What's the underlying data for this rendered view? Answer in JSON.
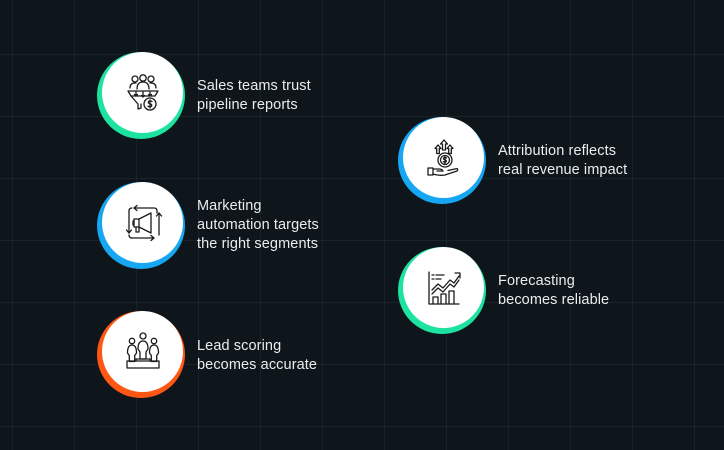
{
  "colors": {
    "background": "#0e161c",
    "green": "#1ee3a0",
    "blue": "#17a6f2",
    "orange": "#ff5614",
    "text": "#ececec"
  },
  "items": [
    {
      "id": "sales",
      "icon": "funnel-people-dollar-icon",
      "ring_color": "green",
      "lines": [
        "Sales teams trust",
        "pipeline reports"
      ]
    },
    {
      "id": "attribution",
      "icon": "hand-coin-growth-icon",
      "ring_color": "blue",
      "lines": [
        "Attribution reflects",
        "real revenue impact"
      ]
    },
    {
      "id": "marketing",
      "icon": "megaphone-cycle-icon",
      "ring_color": "blue",
      "lines": [
        "Marketing",
        "automation targets",
        "the right segments"
      ]
    },
    {
      "id": "forecasting",
      "icon": "growth-chart-icon",
      "ring_color": "green",
      "lines": [
        "Forecasting",
        "becomes reliable"
      ]
    },
    {
      "id": "lead-scoring",
      "icon": "podium-people-icon",
      "ring_color": "orange",
      "lines": [
        "Lead scoring",
        "becomes accurate"
      ]
    }
  ]
}
